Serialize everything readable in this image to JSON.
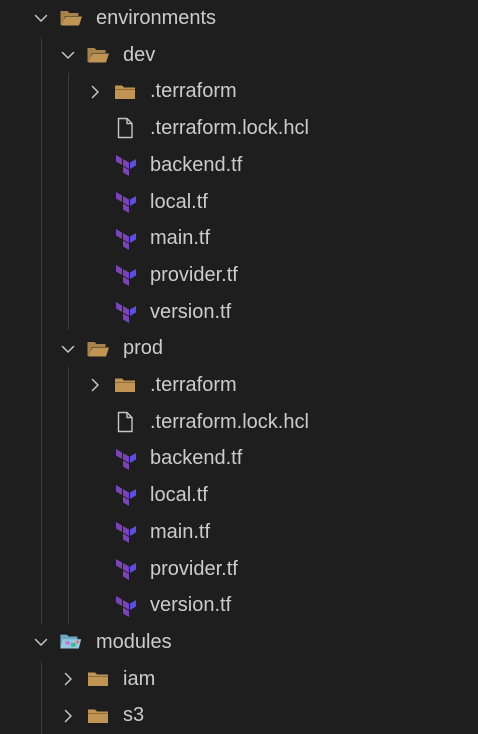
{
  "explorer": {
    "items": [
      {
        "label": "environments",
        "depth": 0,
        "kind": "folder-open",
        "chevron": "down"
      },
      {
        "label": "dev",
        "depth": 1,
        "kind": "folder-open",
        "chevron": "down"
      },
      {
        "label": ".terraform",
        "depth": 2,
        "kind": "folder",
        "chevron": "right"
      },
      {
        "label": ".terraform.lock.hcl",
        "depth": 2,
        "kind": "file"
      },
      {
        "label": "backend.tf",
        "depth": 2,
        "kind": "terraform"
      },
      {
        "label": "local.tf",
        "depth": 2,
        "kind": "terraform"
      },
      {
        "label": "main.tf",
        "depth": 2,
        "kind": "terraform"
      },
      {
        "label": "provider.tf",
        "depth": 2,
        "kind": "terraform"
      },
      {
        "label": "version.tf",
        "depth": 2,
        "kind": "terraform"
      },
      {
        "label": "prod",
        "depth": 1,
        "kind": "folder-open",
        "chevron": "down"
      },
      {
        "label": ".terraform",
        "depth": 2,
        "kind": "folder",
        "chevron": "right"
      },
      {
        "label": ".terraform.lock.hcl",
        "depth": 2,
        "kind": "file"
      },
      {
        "label": "backend.tf",
        "depth": 2,
        "kind": "terraform"
      },
      {
        "label": "local.tf",
        "depth": 2,
        "kind": "terraform"
      },
      {
        "label": "main.tf",
        "depth": 2,
        "kind": "terraform"
      },
      {
        "label": "provider.tf",
        "depth": 2,
        "kind": "terraform"
      },
      {
        "label": "version.tf",
        "depth": 2,
        "kind": "terraform"
      },
      {
        "label": "modules",
        "depth": 0,
        "kind": "modules-folder",
        "chevron": "down"
      },
      {
        "label": "iam",
        "depth": 1,
        "kind": "folder",
        "chevron": "right"
      },
      {
        "label": "s3",
        "depth": 1,
        "kind": "folder",
        "chevron": "right"
      }
    ]
  },
  "colors": {
    "background": "#1e1e1e",
    "text": "#cccccc",
    "chevron": "#c5c5c5",
    "folder": "#c09553",
    "terraform": "#7b42bc",
    "file_outline": "#c5c5c5",
    "guide": "#3a3a3a"
  }
}
